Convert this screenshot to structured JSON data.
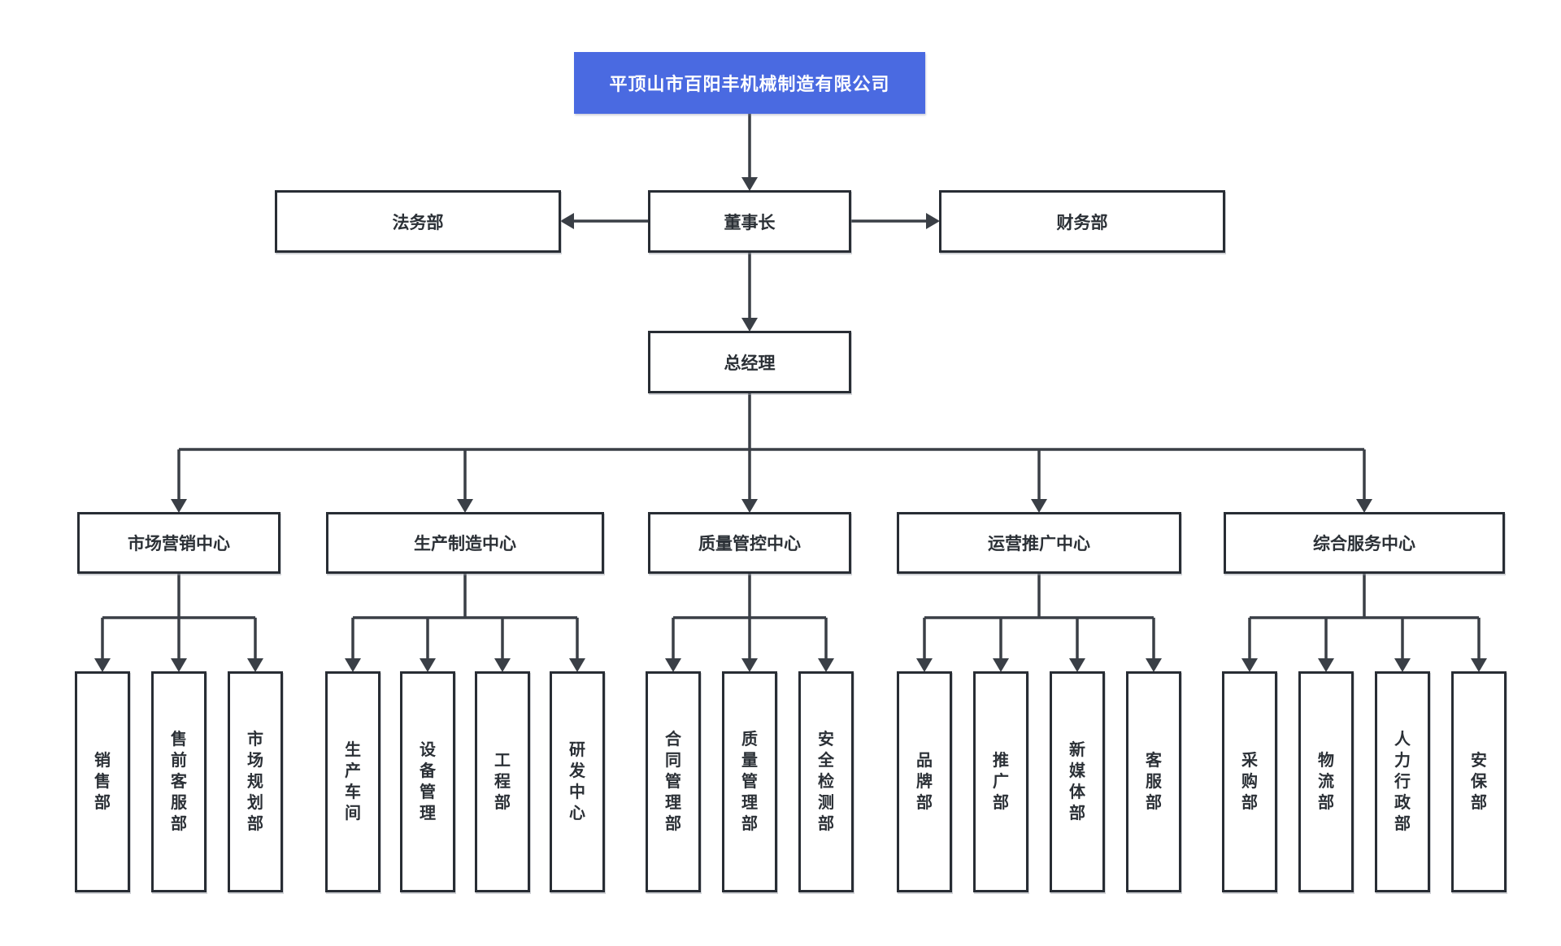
{
  "title": "平顶山市百阳丰机械制造有限公司",
  "nodes": {
    "chairman": "董事长",
    "legal": "法务部",
    "finance": "财务部",
    "general_manager": "总经理"
  },
  "centers": [
    {
      "name": "市场营销中心",
      "departments": [
        "销售部",
        "售前客服部",
        "市场规划部"
      ]
    },
    {
      "name": "生产制造中心",
      "departments": [
        "生产车间",
        "设备管理",
        "工程部",
        "研发中心"
      ]
    },
    {
      "name": "质量管控中心",
      "departments": [
        "合同管理部",
        "质量管理部",
        "安全检测部"
      ]
    },
    {
      "name": "运营推广中心",
      "departments": [
        "品牌部",
        "推广部",
        "新媒体部",
        "客服部"
      ]
    },
    {
      "name": "综合服务中心",
      "departments": [
        "采购部",
        "物流部",
        "人力行政部",
        "安保部"
      ]
    }
  ],
  "colors": {
    "accent": "#4a6ae1",
    "box_border": "#282d34",
    "line": "#3a3f46",
    "box_bg": "#ffffff",
    "text": "#2b3036",
    "title_text": "#ffffff"
  }
}
